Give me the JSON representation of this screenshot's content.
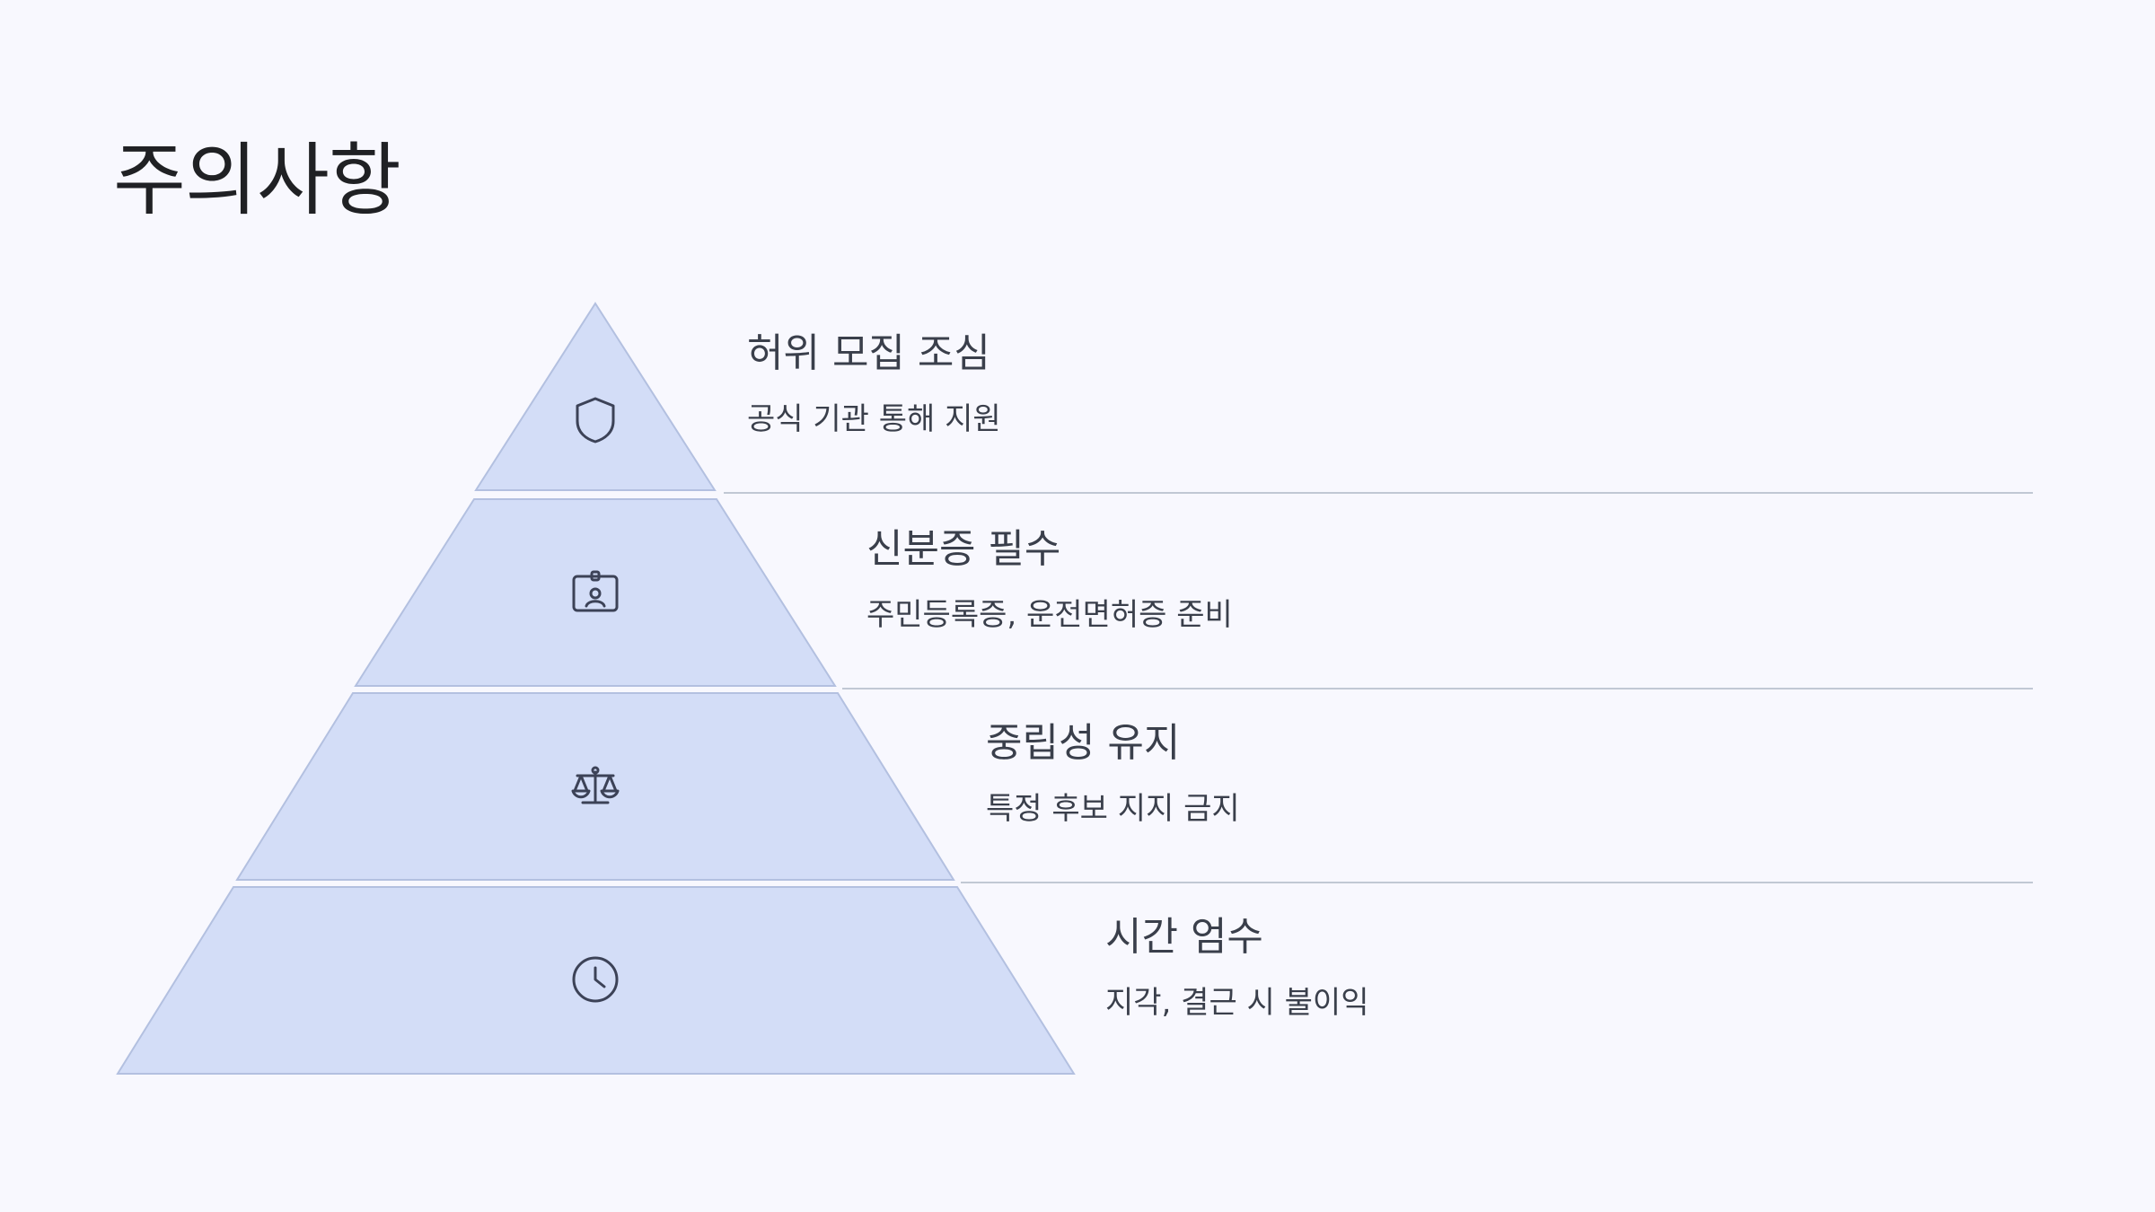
{
  "title": "주의사항",
  "layers": [
    {
      "heading": "허위 모집 조심",
      "description": "공식 기관 통해 지원",
      "icon": "shield-icon"
    },
    {
      "heading": "신분증 필수",
      "description": "주민등록증, 운전면허증 준비",
      "icon": "id-badge-icon"
    },
    {
      "heading": "중립성 유지",
      "description": "특정 후보 지지 금지",
      "icon": "scale-icon"
    },
    {
      "heading": "시간 엄수",
      "description": "지각, 결근 시 불이익",
      "icon": "clock-icon"
    }
  ],
  "colors": {
    "background": "#f8f8fe",
    "layer_fill": "#d3ddf7",
    "layer_stroke": "#b3c0e0",
    "divider": "#c1c8d4",
    "text": "#3a3f4b"
  }
}
